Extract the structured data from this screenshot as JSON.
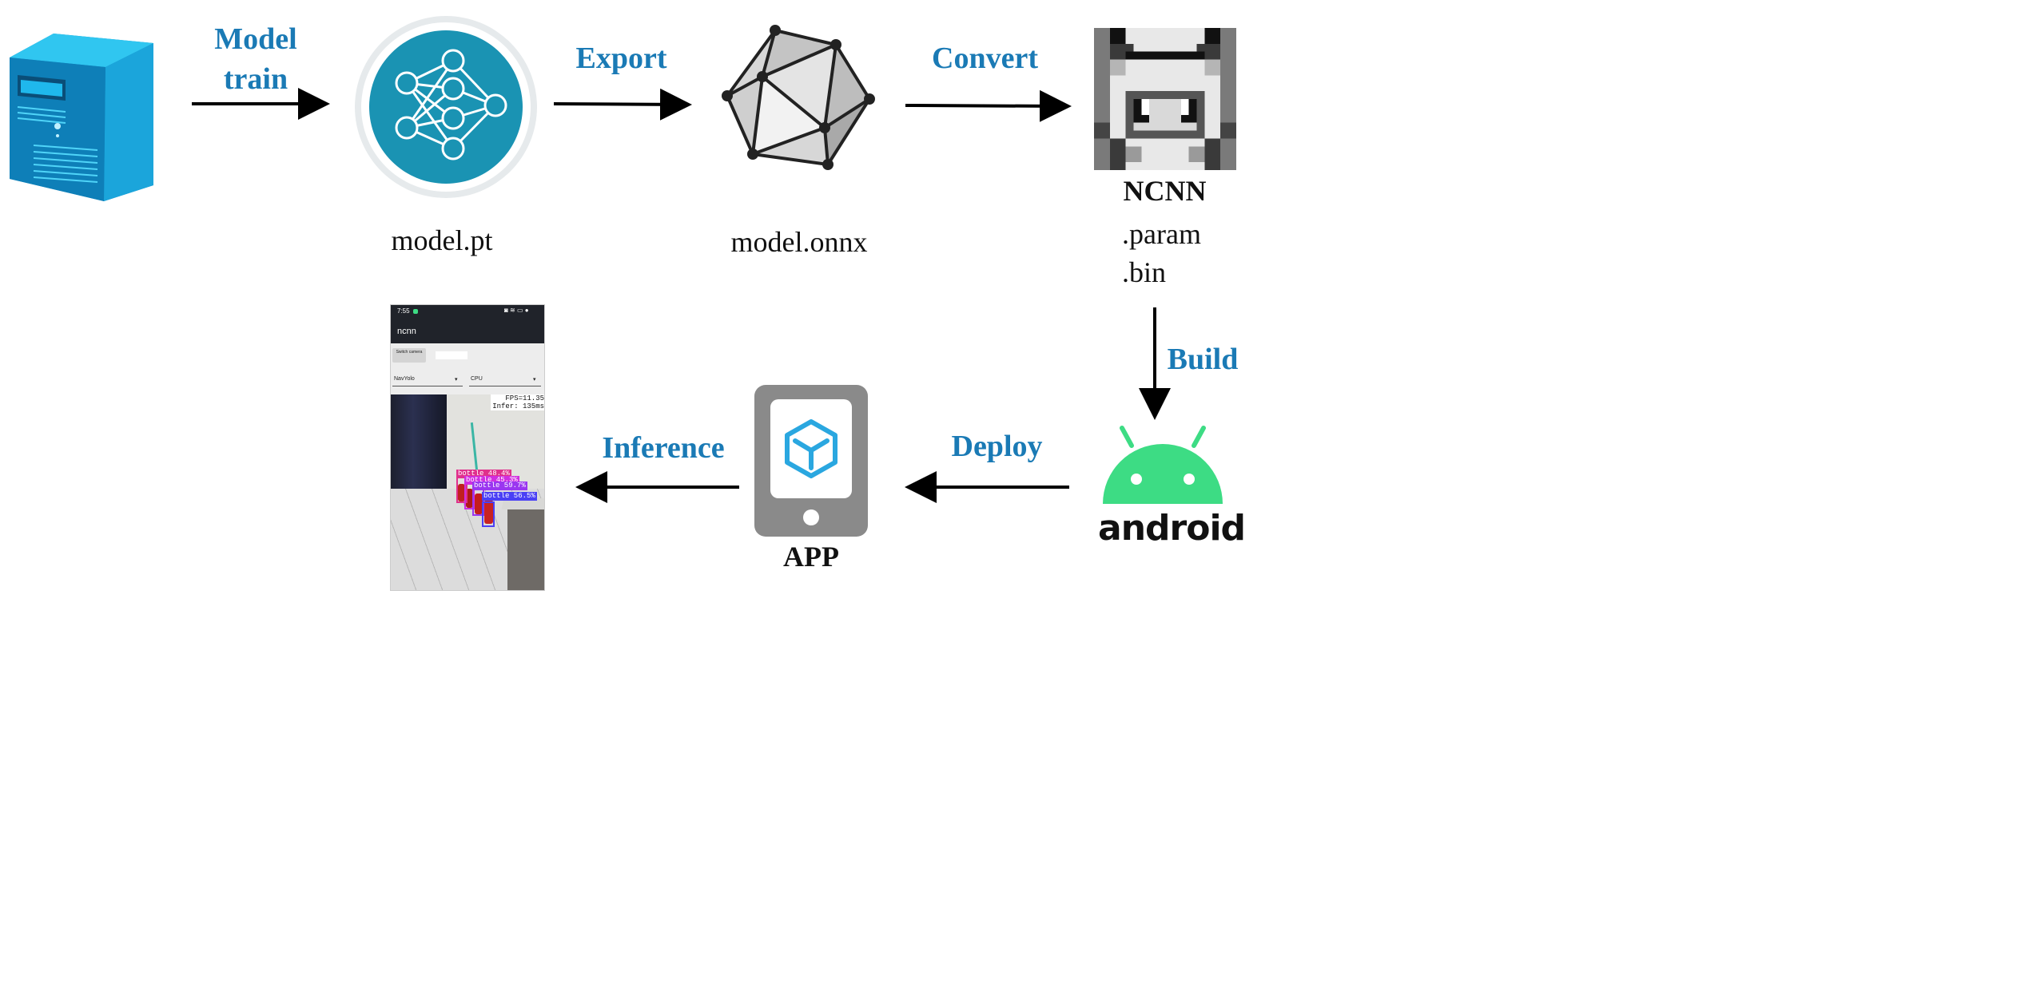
{
  "steps": {
    "train": "Model train",
    "train_line1": "Model",
    "train_line2": "train",
    "export": "Export",
    "convert": "Convert",
    "build": "Build",
    "deploy": "Deploy",
    "inference": "Inference"
  },
  "nodes": {
    "server": {
      "icon": "server-tower-icon"
    },
    "pytorch": {
      "icon": "neural-network-icon",
      "caption": "model.pt"
    },
    "onnx": {
      "icon": "onnx-polyhedron-icon",
      "caption": "model.onnx"
    },
    "ncnn": {
      "icon": "ncnn-pixel-cat-icon",
      "title": "NCNN",
      "file1": ".param",
      "file2": ".bin"
    },
    "android": {
      "icon": "android-robot-icon",
      "wordmark": "android"
    },
    "app": {
      "icon": "phone-app-icon",
      "caption": "APP"
    }
  },
  "phone_screenshot": {
    "status_time": "7:55",
    "app_title": "ncnn",
    "switch_button": "Switch camera",
    "model_select": "NavYolo",
    "device_select": "CPU",
    "fps": "FPS=11.35",
    "infer": "Infer: 135ms",
    "detections": [
      "bottle 48.4%",
      "bottle 45.3%",
      "bottle 59.7%",
      "bottle 56.5%"
    ]
  },
  "colors": {
    "label_blue": "#1a7ab5",
    "server_blue": "#1aa7dd",
    "pytorch_teal": "#1a93b3",
    "android_green": "#3ddc84",
    "app_gray": "#8a8a8a"
  }
}
